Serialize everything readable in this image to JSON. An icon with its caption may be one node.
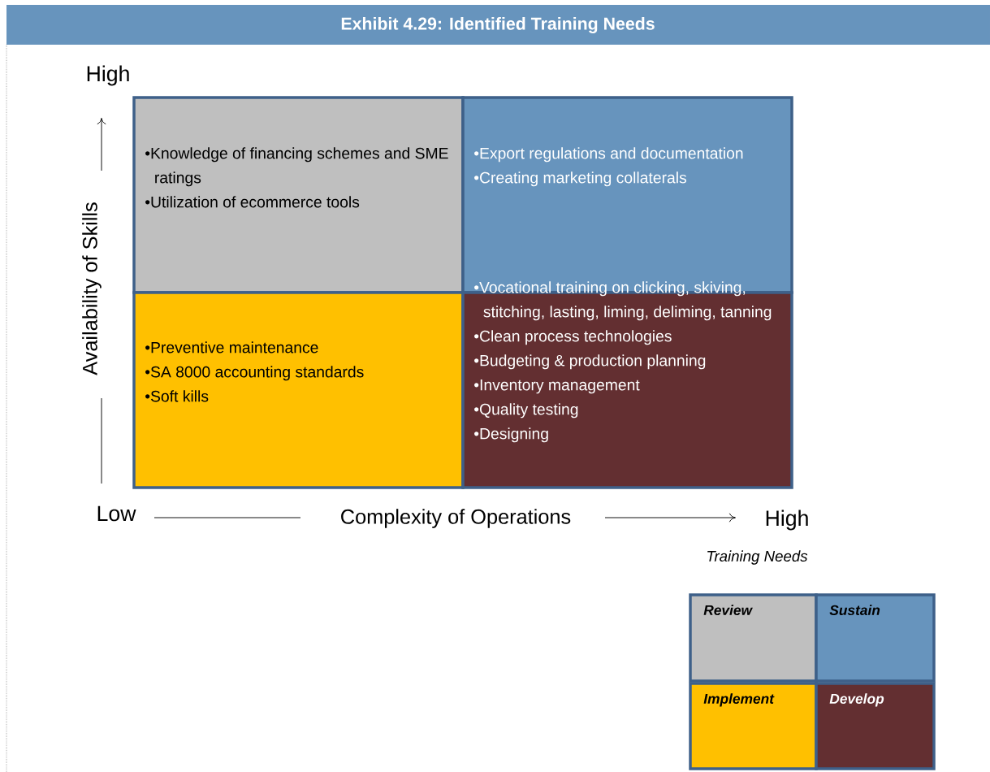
{
  "diagram": {
    "title": "Exhibit 4.29: Identified Training Needs",
    "nodes": [
      {
        "text": [
          "•Knowledge of financing schemes and SME ratings",
          "•Utilization of ecommerce tools"
        ]
      },
      {
        "text": [
          "•Export regulations and documentation",
          "•Creating marketing collaterals"
        ]
      },
      {
        "text": [
          "•Preventive maintenance",
          "•SA 8000 accounting standards",
          "•Soft kills"
        ]
      },
      {
        "text": [
          "•Vocational training on clicking, skiving, stitching, lasting, liming, deliming, tanning",
          "•Clean process technologies",
          "•Budgeting & production planning",
          "•Inventory management",
          "•Quality testing",
          "•Designing"
        ]
      }
    ],
    "labels": [
      "High",
      "Availability of Skills",
      "Low",
      "Complexity of Operations",
      "High",
      "Training Needs"
    ],
    "legend": [
      {
        "text": "Review",
        "color": "#bfbfbf"
      },
      {
        "text": "Sustain",
        "color": "#6794bd"
      },
      {
        "text": "Implement",
        "color": "#ffc000"
      },
      {
        "text": "Develop",
        "color": "#632f31"
      }
    ]
  }
}
